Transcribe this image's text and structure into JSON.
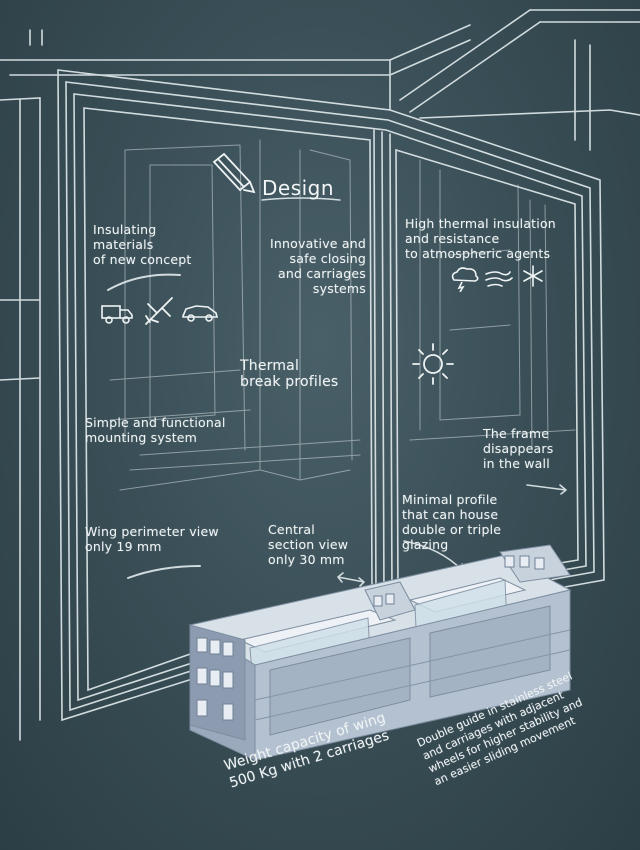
{
  "design_title": "Design",
  "annotations": {
    "insulating": "Insulating\nmaterials\nof new concept",
    "innovative": "Innovative and\nsafe closing\nand carriages systems",
    "thermal_insulation": "High thermal insulation\nand resistance\nto atmospheric agents",
    "thermal_break": "Thermal\nbreak profiles",
    "mounting": "Simple and functional\nmounting system",
    "frame_disappears": "The frame\ndisappears\nin the wall",
    "minimal_profile": "Minimal profile\nthat can house\ndouble or triple\nglazing",
    "wing_perimeter": "Wing perimeter view\nonly 19 mm",
    "central_section": "Central\nsection view\nonly 30 mm",
    "weight_capacity": "Weight capacity of wing\n500 Kg with 2 carriages",
    "double_guide": "Double guide in stainless steel\nand carriages with adjacent\nwheels for higher stability and\nan easier sliding movement"
  },
  "icons": [
    "pencil-icon",
    "truck-icon",
    "airplane-icon",
    "car-icon",
    "storm-cloud-icon",
    "wind-icon",
    "snowflake-icon",
    "sun-icon"
  ],
  "colors": {
    "board": "#3a4f57",
    "chalk": "#eef3f4",
    "profile": "#b9c6d4"
  }
}
